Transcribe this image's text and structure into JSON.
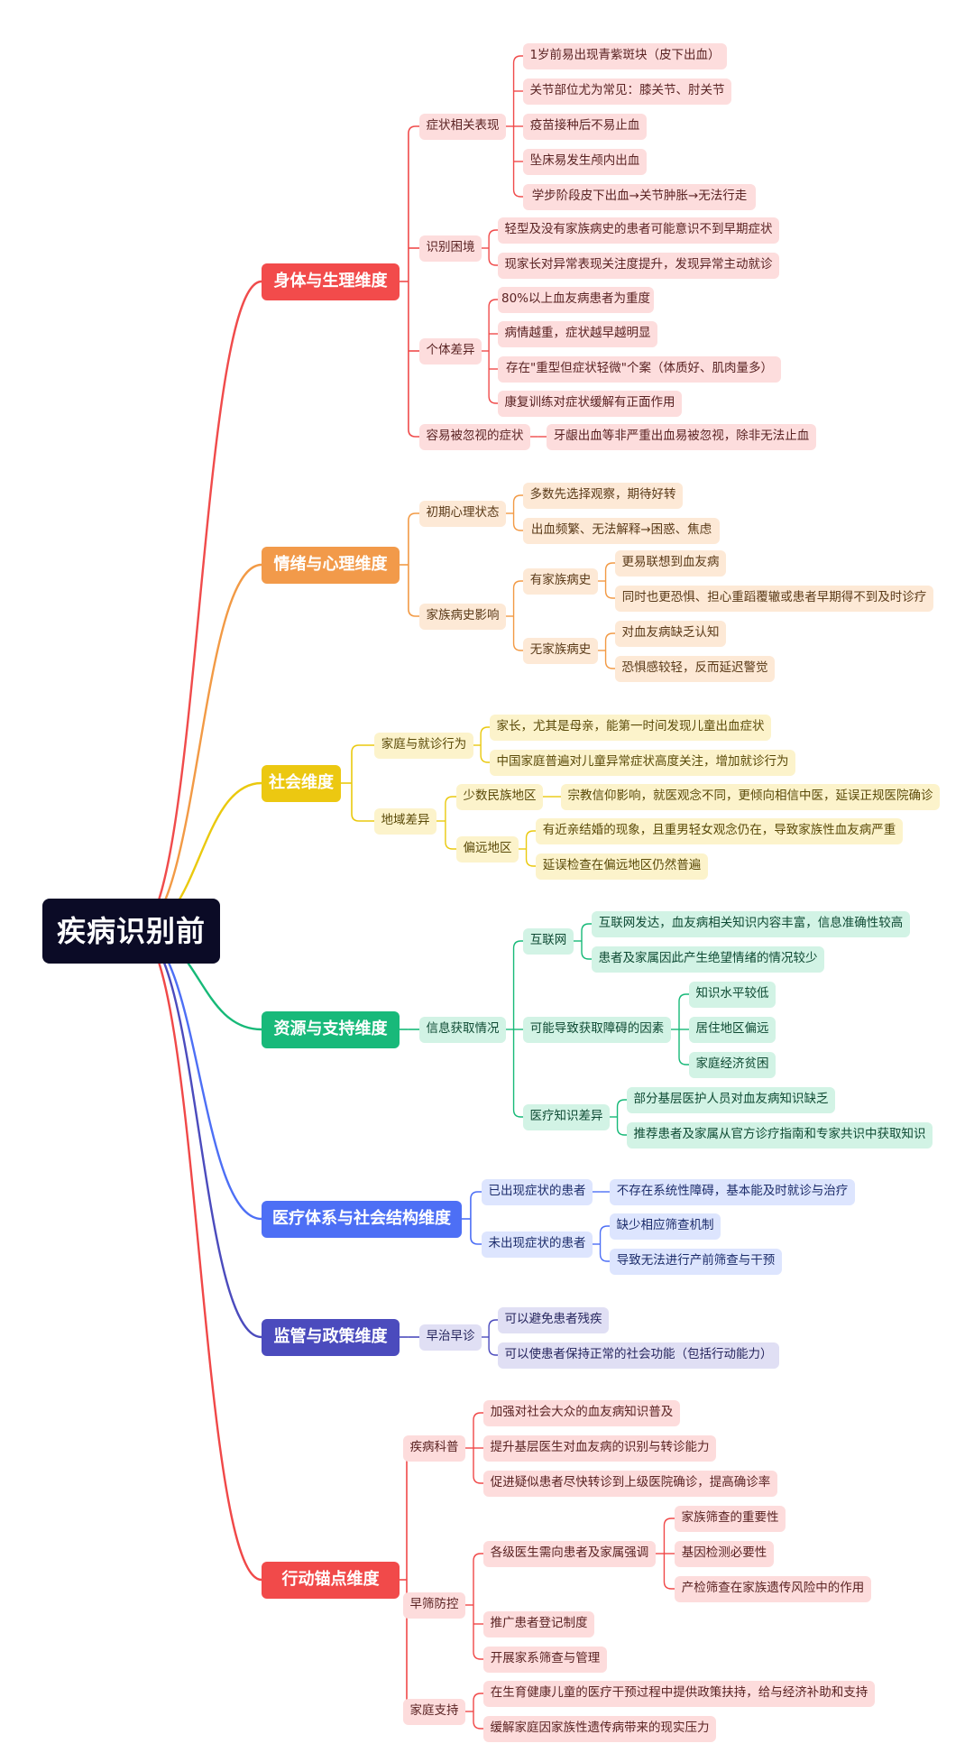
{
  "root": "疾病识别前",
  "colors": {
    "body": {
      "line": "#f04b4b",
      "main": "#f24b4b",
      "sub_bg": "#fddddd",
      "sub_fg": "#5a2323"
    },
    "emo": {
      "line": "#f29a45",
      "main": "#f29a4a",
      "sub_bg": "#fde9d6",
      "sub_fg": "#5a3a18"
    },
    "social": {
      "line": "#eac90e",
      "main": "#ecc811",
      "sub_bg": "#fcf3cb",
      "sub_fg": "#5a4a08"
    },
    "res": {
      "line": "#17b978",
      "main": "#18b97a",
      "sub_bg": "#d2f3e5",
      "sub_fg": "#0e4a33"
    },
    "med": {
      "line": "#4d6ff5",
      "main": "#4d6ff5",
      "sub_bg": "#dde5fe",
      "sub_fg": "#1c2c6a"
    },
    "reg": {
      "line": "#4b4bbd",
      "main": "#4b4bbd",
      "sub_bg": "#e0dff4",
      "sub_fg": "#26265e"
    },
    "act": {
      "line": "#f04848",
      "main": "#f14a4a",
      "sub_bg": "#fddcdc",
      "sub_fg": "#5a2323"
    }
  },
  "icons": [],
  "branches": {
    "body": {
      "label": "身体与生理维度",
      "symptom": {
        "label": "症状相关表现",
        "items": [
          "1岁前易出现青紫斑块（皮下出血）",
          "关节部位尤为常见：膝关节、肘关节",
          "疫苗接种后不易止血",
          "坠床易发生颅内出血",
          "学步阶段皮下出血→关节肿胀→无法行走"
        ]
      },
      "recog": {
        "label": "识别困境",
        "items": [
          "轻型及没有家族病史的患者可能意识不到早期症状",
          "现家长对异常表现关注度提升，发现异常主动就诊"
        ]
      },
      "indiv": {
        "label": "个体差异",
        "items": [
          "80%以上血友病患者为重度",
          "病情越重，症状越早越明显",
          "存在\"重型但症状轻微\"个案（体质好、肌肉量多）",
          "康复训练对症状缓解有正面作用"
        ]
      },
      "ignore": {
        "label": "容易被忽视的症状",
        "items": [
          "牙龈出血等非严重出血易被忽视，除非无法止血"
        ]
      }
    },
    "emo": {
      "label": "情绪与心理维度",
      "initial": {
        "label": "初期心理状态",
        "items": [
          "多数先选择观察，期待好转",
          "出血频繁、无法解释→困惑、焦虑"
        ]
      },
      "family": {
        "label": "家族病史影响",
        "has": {
          "label": "有家族病史",
          "items": [
            "更易联想到血友病",
            "同时也更恐惧、担心重蹈覆辙或患者早期得不到及时诊疗"
          ]
        },
        "none": {
          "label": "无家族病史",
          "items": [
            "对血友病缺乏认知",
            "恐惧感较轻，反而延迟警觉"
          ]
        }
      }
    },
    "social": {
      "label": "社会维度",
      "family": {
        "label": "家庭与就诊行为",
        "items": [
          "家长，尤其是母亲，能第一时间发现儿童出血症状",
          "中国家庭普遍对儿童异常症状高度关注，增加就诊行为"
        ]
      },
      "region": {
        "label": "地域差异",
        "minority": {
          "label": "少数民族地区",
          "items": [
            "宗教信仰影响，就医观念不同，更倾向相信中医，延误正规医院确诊"
          ]
        },
        "remote": {
          "label": "偏远地区",
          "items": [
            "有近亲结婚的现象，且重男轻女观念仍在，导致家族性血友病严重",
            "延误检查在偏远地区仍然普遍"
          ]
        }
      }
    },
    "res": {
      "label": "资源与支持维度",
      "info": {
        "label": "信息获取情况",
        "internet": {
          "label": "互联网",
          "items": [
            "互联网发达，血友病相关知识内容丰富，信息准确性较高",
            "患者及家属因此产生绝望情绪的情况较少"
          ]
        },
        "barrier": {
          "label": "可能导致获取障碍的因素",
          "items": [
            "知识水平较低",
            "居住地区偏远",
            "家庭经济贫困"
          ]
        },
        "knowledge": {
          "label": "医疗知识差异",
          "items": [
            "部分基层医护人员对血友病知识缺乏",
            "推荐患者及家属从官方诊疗指南和专家共识中获取知识"
          ]
        }
      }
    },
    "med": {
      "label": "医疗体系与社会结构维度",
      "shown": {
        "label": "已出现症状的患者",
        "items": [
          "不存在系统性障碍，基本能及时就诊与治疗"
        ]
      },
      "notshown": {
        "label": "未出现症状的患者",
        "items": [
          "缺少相应筛查机制",
          "导致无法进行产前筛查与干预"
        ]
      }
    },
    "reg": {
      "label": "监管与政策维度",
      "early": {
        "label": "早治早诊",
        "items": [
          "可以避免患者残疾",
          "可以使患者保持正常的社会功能（包括行动能力）"
        ]
      }
    },
    "act": {
      "label": "行动锚点维度",
      "science": {
        "label": "疾病科普",
        "items": [
          "加强对社会大众的血友病知识普及",
          "提升基层医生对血友病的识别与转诊能力",
          "促进疑似患者尽快转诊到上级医院确诊，提高确诊率"
        ]
      },
      "screen": {
        "label": "早筛防控",
        "doctors": {
          "label": "各级医生需向患者及家属强调",
          "items": [
            "家族筛查的重要性",
            "基因检测必要性",
            "产检筛查在家族遗传风险中的作用"
          ]
        },
        "items": [
          "推广患者登记制度",
          "开展家系筛查与管理"
        ]
      },
      "support": {
        "label": "家庭支持",
        "items": [
          "在生育健康儿童的医疗干预过程中提供政策扶持，给与经济补助和支持",
          "缓解家庭因家族性遗传病带来的现实压力"
        ]
      }
    }
  }
}
